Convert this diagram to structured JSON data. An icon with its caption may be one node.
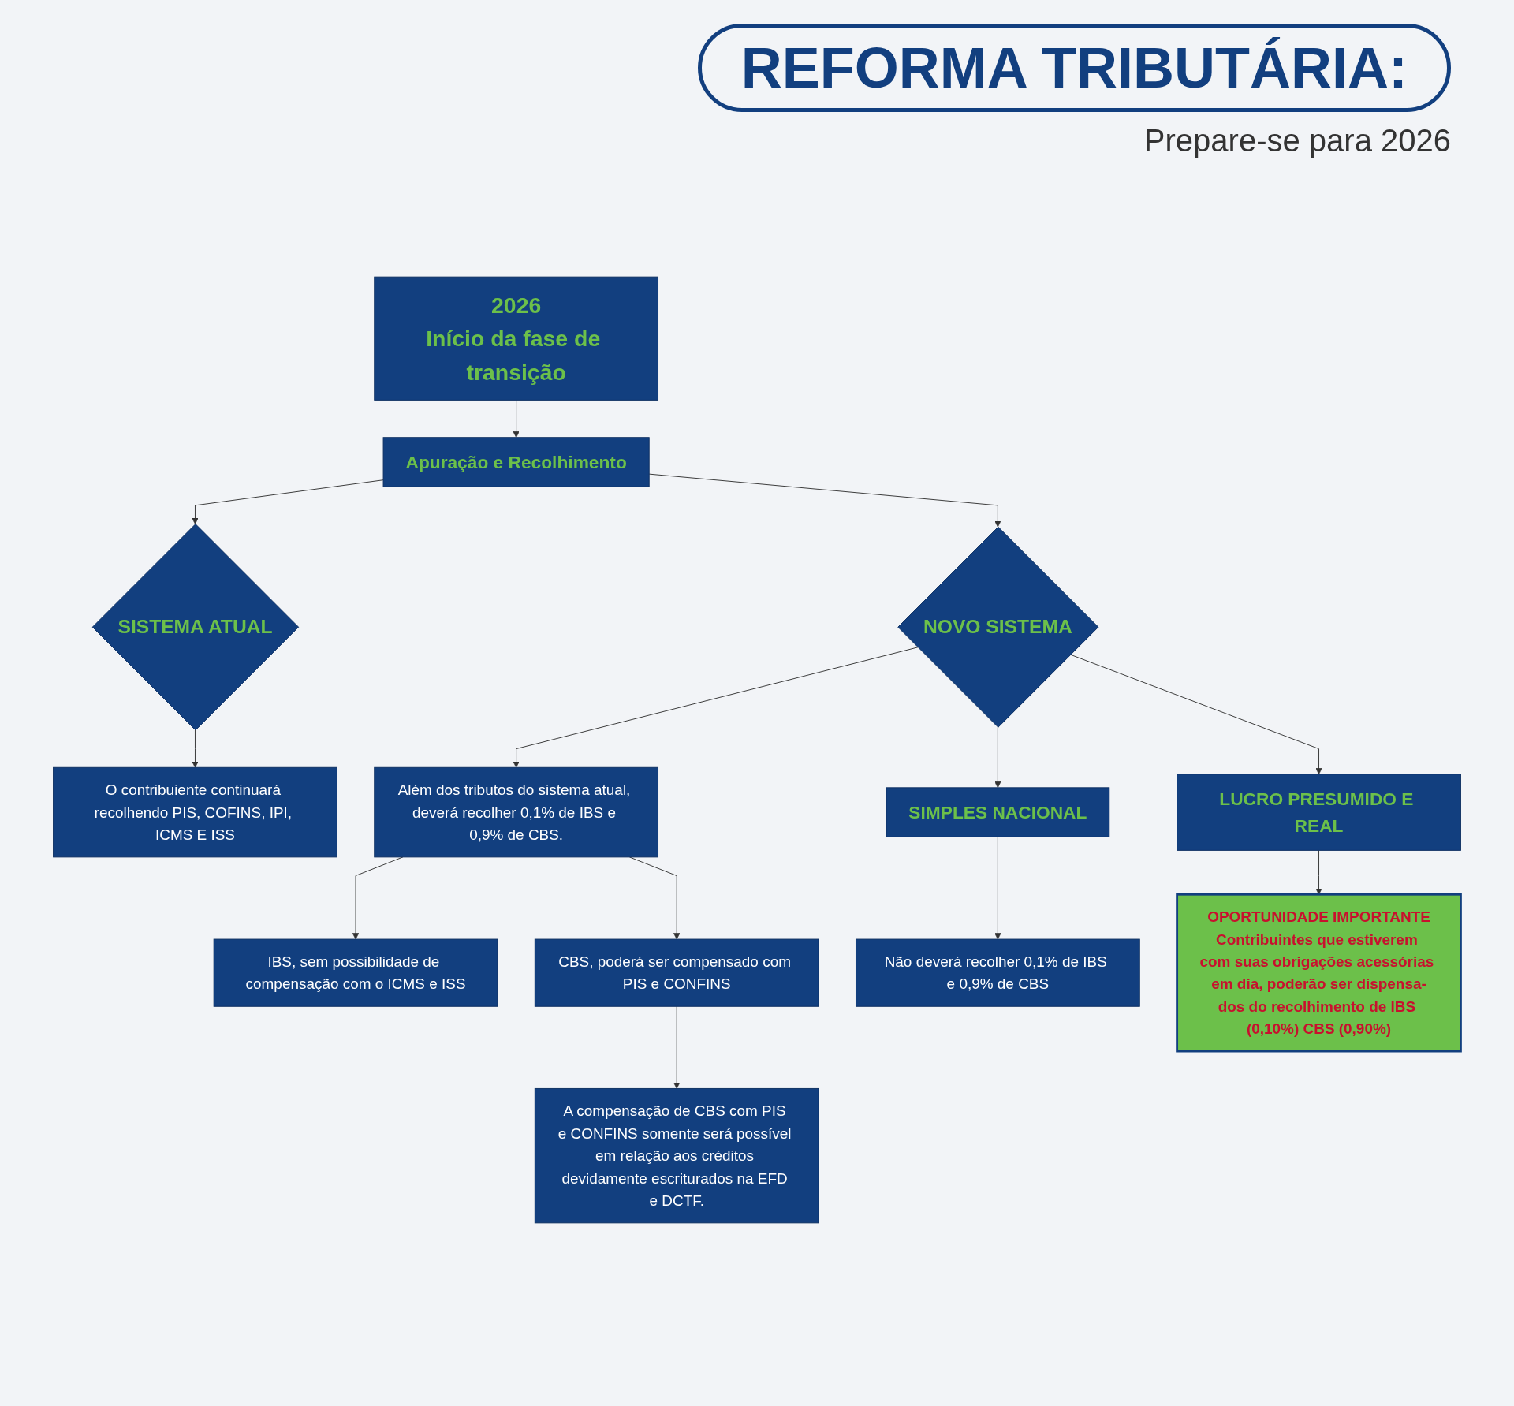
{
  "diagram": {
    "title": "REFORMA TRIBUTÁRIA:",
    "nodes": [
      {
        "text": [
          "2026",
          "Início da fase de transição"
        ]
      },
      {
        "text": [
          "Apuração e Recolhimento"
        ]
      },
      {
        "text": [
          "SISTEMA ATUAL"
        ]
      },
      {
        "text": [
          "NOVO SISTEMA"
        ]
      },
      {
        "text": [
          "O contribuiente continuará recolhendo PIS, COFINS, IPI, ICMS E ISS"
        ]
      },
      {
        "text": [
          "Além dos tributos do sistema atual, deverá recolher 0,1% de IBS e 0,9% de CBS."
        ]
      },
      {
        "text": [
          "IBS, sem possibilidade de compensação com o ICMS e ISS"
        ]
      },
      {
        "text": [
          "CBS, poderá ser compensado com PIS e CONFINS"
        ]
      },
      {
        "text": [
          "A compensação de CBS com PIS e CONFINS somente será possível em relação aos créditos devidamente escriturados na EFD e DCTF."
        ]
      },
      {
        "text": [
          "SIMPLES NACIONAL"
        ]
      },
      {
        "text": [
          "Não deverá recolher 0,1% de IBS e 0,9% de CBS"
        ]
      },
      {
        "text": [
          "LUCRO PRESUMIDO E REAL"
        ]
      },
      {
        "text": [
          "OPORTUNIDADE IMPORTANTE",
          "Contribuintes que estiverem com suas obrigações acessórias em dia, poderão ser dispensa-dos do recolhimento de IBS (0,10%) CBS (0,90%)"
        ]
      }
    ],
    "edges": [
      {
        "from": 0,
        "to": 1,
        "arrow": "to"
      },
      {
        "from": 1,
        "to": 2,
        "arrow": "to"
      },
      {
        "from": 1,
        "to": 3,
        "arrow": "to"
      },
      {
        "from": 2,
        "to": 4,
        "arrow": "to"
      },
      {
        "from": 3,
        "to": 5,
        "arrow": "to"
      },
      {
        "from": 5,
        "to": 6,
        "arrow": "to"
      },
      {
        "from": 5,
        "to": 7,
        "arrow": "to"
      },
      {
        "from": 7,
        "to": 8,
        "arrow": "to"
      },
      {
        "from": 3,
        "to": 9,
        "arrow": "to"
      },
      {
        "from": 9,
        "to": 10,
        "arrow": "to"
      },
      {
        "from": 3,
        "to": 11,
        "arrow": "to"
      },
      {
        "from": 11,
        "to": 12,
        "arrow": "to"
      }
    ],
    "labels": [
      "Prepare-se para 2026"
    ]
  }
}
